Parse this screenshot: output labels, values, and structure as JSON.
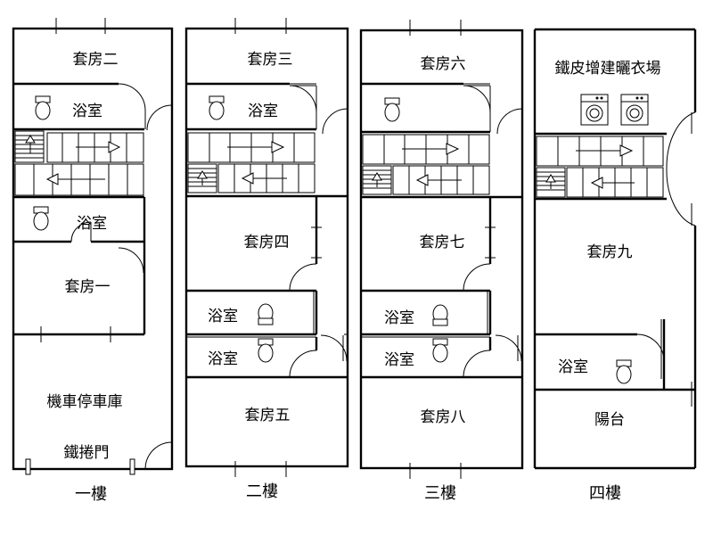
{
  "floors": {
    "f1": {
      "name": "一樓",
      "room_suite_2": "套房二",
      "bath_a": "浴室",
      "bath_b": "浴室",
      "room_suite_1": "套房一",
      "garage": "機車停車庫",
      "gate": "鐵捲門"
    },
    "f2": {
      "name": "二樓",
      "room_suite_3": "套房三",
      "bath_a": "浴室",
      "room_suite_4": "套房四",
      "bath_b": "浴室",
      "bath_c": "浴室",
      "room_suite_5": "套房五"
    },
    "f3": {
      "name": "三樓",
      "room_suite_6": "套房六",
      "room_suite_7": "套房七",
      "bath_b": "浴室",
      "bath_c": "浴室",
      "room_suite_8": "套房八"
    },
    "f4": {
      "name": "四樓",
      "laundry": "鐵皮增建曬衣場",
      "room_suite_9": "套房九",
      "bath": "浴室",
      "balcony": "陽台"
    }
  }
}
